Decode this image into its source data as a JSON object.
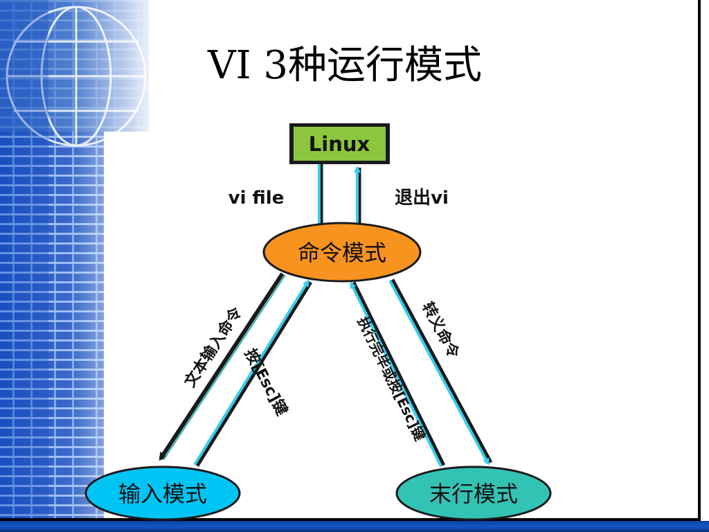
{
  "slide": {
    "title": "VI 3种运行模式"
  },
  "diagram": {
    "nodes": {
      "linux": {
        "label": "Linux",
        "fill": "#8cc63f"
      },
      "command": {
        "label": "命令模式",
        "fill": "#f7931e"
      },
      "insert": {
        "label": "输入模式",
        "fill": "#00c4f4"
      },
      "lastline": {
        "label": "末行模式",
        "fill": "#33c3b5"
      }
    },
    "edges": {
      "vi_file": "vi file",
      "quit_vi": "退出vi",
      "text_input_command": "文本输入命令",
      "press_esc": "按[Esc]键",
      "done_or_esc": "执行完毕或按[Esc]键",
      "convert_command": "转义命令"
    },
    "colors": {
      "arrow_cyan": "#33ccf0",
      "arrow_teal": "#2ab0b0",
      "arrow_dark": "#1a1a1a"
    }
  }
}
